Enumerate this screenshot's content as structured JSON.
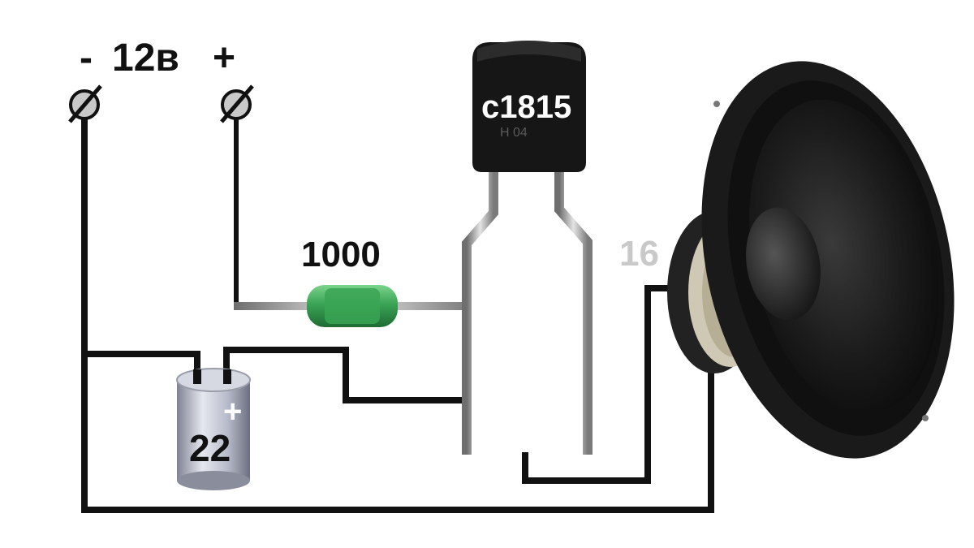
{
  "supply": {
    "minus": "-",
    "voltage": "12в",
    "plus": "+"
  },
  "resistor": {
    "value": "1000"
  },
  "capacitor": {
    "value": "22",
    "polarity": "+"
  },
  "transistor": {
    "model": "c1815",
    "marking": "H 04"
  },
  "speaker": {
    "impedance": "16"
  },
  "colors": {
    "wire": "#111111",
    "resistor_body": "#3aa455",
    "transistor_body": "#151515",
    "capacitor_body": "#a9acbb",
    "speaker_cone": "#1b1b1b",
    "label_faint": "#c9c9c9"
  }
}
